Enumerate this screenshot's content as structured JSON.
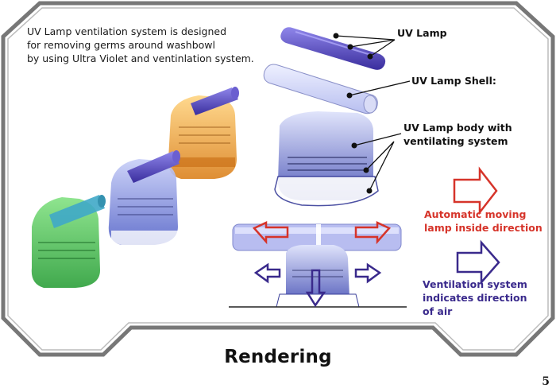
{
  "intro": {
    "line1": "UV Lamp ventilation system is designed",
    "line2": "for removing germs around washbowl",
    "line3": "by using Ultra Violet and ventinlation system."
  },
  "labels": {
    "uv_lamp": "UV Lamp",
    "uv_lamp_shell": "UV Lamp Shell:",
    "body_line1": "UV Lamp body with",
    "body_line2": "ventilating system"
  },
  "legend": {
    "automatic_line1": "Automatic  moving",
    "automatic_line2": "lamp inside direction",
    "ventilation_line1": "Ventilation system",
    "ventilation_line2": "indicates direction",
    "ventilation_line3": "of air"
  },
  "colors": {
    "automatic_arrow": "#d6342a",
    "ventilation_arrow": "#3a2a8c",
    "green_unit": "#3fbf3f",
    "blue_unit": "#6f7fe0",
    "orange_unit": "#f0a020",
    "lamp_purple": "#5b4fc0"
  },
  "title": "Rendering",
  "page_number": "5"
}
